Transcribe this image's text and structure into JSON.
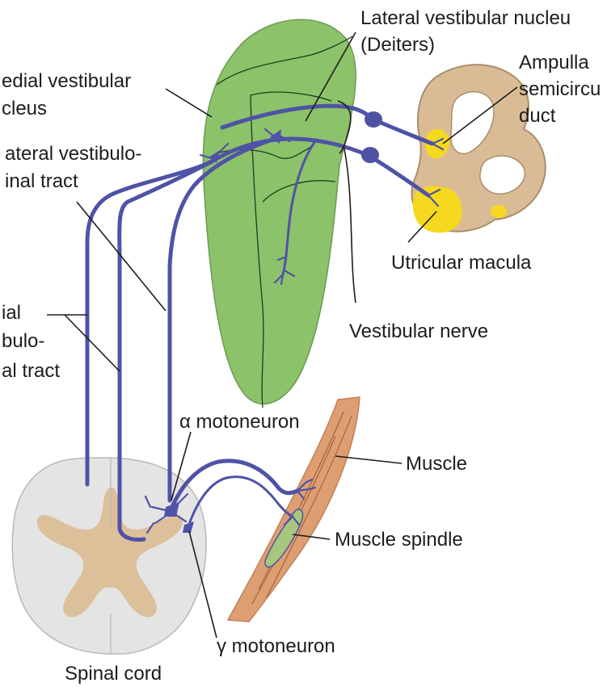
{
  "labels": {
    "lateral_vestibular_nucleus_line1": "Lateral vestibular nucleu",
    "lateral_vestibular_nucleus_line2": "(Deiters)",
    "medial_vestibular_nucleus_line1": "edial vestibular",
    "medial_vestibular_nucleus_line2": "cleus",
    "lateral_vestibulospinal_line1": "ateral vestibulo-",
    "lateral_vestibulospinal_line2": "inal tract",
    "ampulla_line1": "Ampulla",
    "ampulla_line2": "semicircu",
    "ampulla_line3": "duct",
    "utricular_macula": "Utricular macula",
    "vestibular_nerve": "Vestibular nerve",
    "medial_vestibulospinal_line1": "ial",
    "medial_vestibulospinal_line2": "bulo-",
    "medial_vestibulospinal_line3": "al tract",
    "alpha_motoneuron": "α motoneuron",
    "muscle": "Muscle",
    "muscle_spindle": "Muscle spindle",
    "gamma_motoneuron": "γ motoneuron",
    "spinal_cord": "Spinal cord"
  },
  "colors": {
    "brainstem": "#8cc26a",
    "brainstem_outline": "#6e9a52",
    "nerve": "#4f53a6",
    "labyrinth": "#d9bc95",
    "labyrinth_outline": "#a98d6a",
    "sensory_patch": "#f5d91e",
    "muscle": "#dd9e72",
    "spindle": "#a7c77d",
    "cord_white": "#e4e4e4",
    "cord_gray": "#dcc09a"
  }
}
